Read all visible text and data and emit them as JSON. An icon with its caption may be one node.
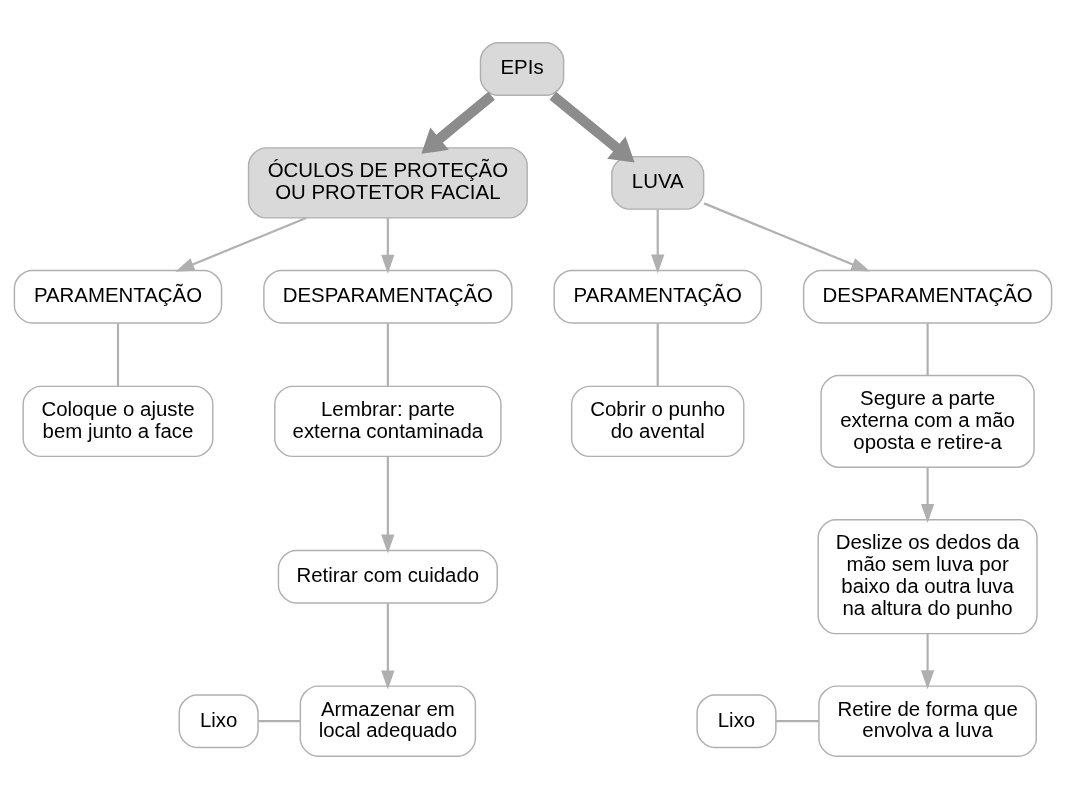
{
  "diagram": {
    "nodes": [
      {
        "text": [
          "EPIs"
        ]
      },
      {
        "text": [
          "ÓCULOS DE PROTEÇÃO OU PROTETOR FACIAL"
        ]
      },
      {
        "text": [
          "LUVA"
        ]
      },
      {
        "text": [
          "PARAMENTAÇÃO"
        ]
      },
      {
        "text": [
          "DESPARAMENTAÇÃO"
        ]
      },
      {
        "text": [
          "Coloque o ajuste bem junto a face"
        ]
      },
      {
        "text": [
          "Lembrar: parte externa contaminada"
        ]
      },
      {
        "text": [
          "Retirar com cuidado"
        ]
      },
      {
        "text": [
          "Lixo"
        ]
      },
      {
        "text": [
          "Armazenar em local adequado"
        ]
      },
      {
        "text": [
          "PARAMENTAÇÃO"
        ]
      },
      {
        "text": [
          "DESPARAMENTAÇÃO"
        ]
      },
      {
        "text": [
          "Cobrir o punho do avental"
        ]
      },
      {
        "text": [
          "Segure a parte externa com a mão oposta e retire-a"
        ]
      },
      {
        "text": [
          "Deslize os dedos da mão sem luva por baixo da outra luva na altura do punho"
        ]
      },
      {
        "text": [
          "Lixo"
        ]
      },
      {
        "text": [
          "Retire de forma que envolva a luva"
        ]
      }
    ],
    "edges": [
      {
        "from": 0,
        "to": 1,
        "arrow": "to",
        "style": "thick",
        "color": "#8c8c8c"
      },
      {
        "from": 0,
        "to": 2,
        "arrow": "to",
        "style": "thick",
        "color": "#8c8c8c"
      },
      {
        "from": 1,
        "to": 3,
        "arrow": "to"
      },
      {
        "from": 1,
        "to": 4,
        "arrow": "to"
      },
      {
        "from": 3,
        "to": 5,
        "arrow": "none"
      },
      {
        "from": 4,
        "to": 6,
        "arrow": "none"
      },
      {
        "from": 6,
        "to": 7,
        "arrow": "to"
      },
      {
        "from": 7,
        "to": 9,
        "arrow": "to"
      },
      {
        "from": 8,
        "to": 9,
        "arrow": "none"
      },
      {
        "from": 2,
        "to": 10,
        "arrow": "to"
      },
      {
        "from": 2,
        "to": 11,
        "arrow": "to"
      },
      {
        "from": 10,
        "to": 12,
        "arrow": "none"
      },
      {
        "from": 11,
        "to": 13,
        "arrow": "none"
      },
      {
        "from": 13,
        "to": 14,
        "arrow": "to"
      },
      {
        "from": 14,
        "to": 16,
        "arrow": "to"
      },
      {
        "from": 15,
        "to": 16,
        "arrow": "none"
      }
    ]
  }
}
